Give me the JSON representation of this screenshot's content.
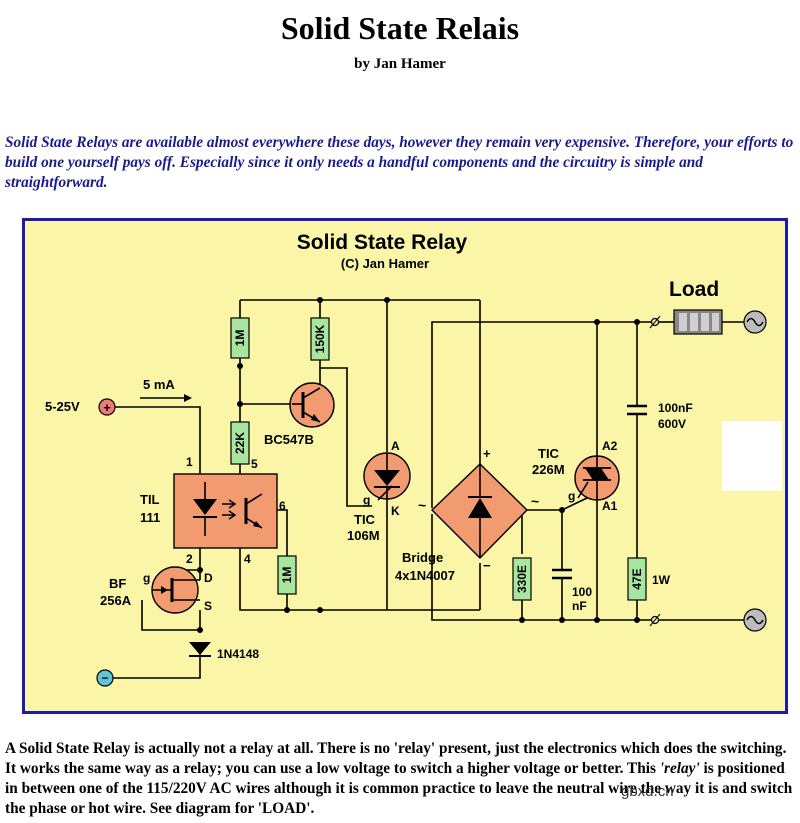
{
  "page": {
    "title": "Solid State Relais",
    "byline": "by Jan Hamer",
    "intro": "Solid State Relays are available almost everywhere these days, however they remain very expensive. Therefore, your efforts to build one yourself pays off. Especially since it only needs a handful components and the circuitry is simple and straightforward.",
    "body_part1": "A Solid State Relay is actually not a relay at all. There is no 'relay' present, just the electronics which does the switching. It works the same way as a relay; you can use a low voltage to switch a higher voltage or better. This ",
    "body_em": "'relay'",
    "body_part2": " is positioned in between one of the 115/220V AC wires although it is common practice to leave the neutral wire the way it is and switch the phase or hot wire. See diagram for 'LOAD'.",
    "watermark": "gbxd.cn"
  },
  "diagram": {
    "title": "Solid State Relay",
    "copyright": "(C) Jan Hamer",
    "colors": {
      "frame": "#1c1ca8",
      "background": "#fbf5a8",
      "resistor": "#a8e6a0",
      "component": "#f29a70",
      "terminal_plus": "#f07a7a",
      "terminal_minus": "#5fc6d8",
      "ac_terminal": "#bcbcbc"
    },
    "labels": {
      "supply": "5-25V",
      "plus": "+",
      "minus": "−",
      "current": "5 mA",
      "opto_name": "TIL",
      "opto_num": "111",
      "pin1": "1",
      "pin2": "2",
      "pin4": "4",
      "pin5": "5",
      "pin6": "6",
      "fet_name": "BF",
      "fet_num": "256A",
      "fet_g": "g",
      "fet_d": "D",
      "fet_s": "S",
      "diode": "1N4148",
      "r1": "1M",
      "r2": "22K",
      "r3": "150K",
      "r4": "1M",
      "r5": "330E",
      "r6": "47E",
      "transistor": "BC547B",
      "thyr_a": "A",
      "thyr_g": "g",
      "thyr_k": "K",
      "thyr_name": "TIC",
      "thyr_num": "106M",
      "bridge_name": "Bridge",
      "bridge_type": "4x1N4007",
      "bridge_plus": "+",
      "bridge_minus": "−",
      "bridge_ac_left": "~",
      "bridge_ac_right": "~",
      "triac_name": "TIC",
      "triac_num": "226M",
      "triac_a2": "A2",
      "triac_a1": "A1",
      "triac_g": "g",
      "cap1_value": "100",
      "cap1_unit": "nF",
      "cap2_value": "100nF",
      "cap2_voltage": "600V",
      "power": "1W",
      "load": "Load"
    }
  }
}
